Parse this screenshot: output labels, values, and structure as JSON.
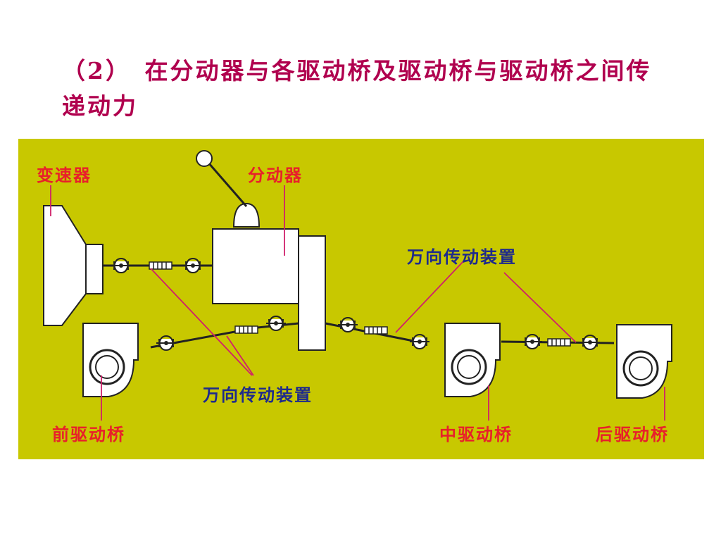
{
  "slide": {
    "title": "（2）　在分动器与各驱动桥及驱动桥与驱动桥之间传递动力"
  },
  "diagram": {
    "labels": {
      "transmission": "变速器",
      "transfer_case": "分动器",
      "universal_joint_upper": "万向传动装置",
      "universal_joint_lower": "万向传动装置",
      "front_axle": "前驱动桥",
      "middle_axle": "中驱动桥",
      "rear_axle": "后驱动桥"
    },
    "colors": {
      "panel_background": "#c8c800",
      "label_red": "#e8202a",
      "label_blue": "#1e2a8c",
      "leader_line": "#d0206a",
      "title": "#b0004e"
    }
  }
}
